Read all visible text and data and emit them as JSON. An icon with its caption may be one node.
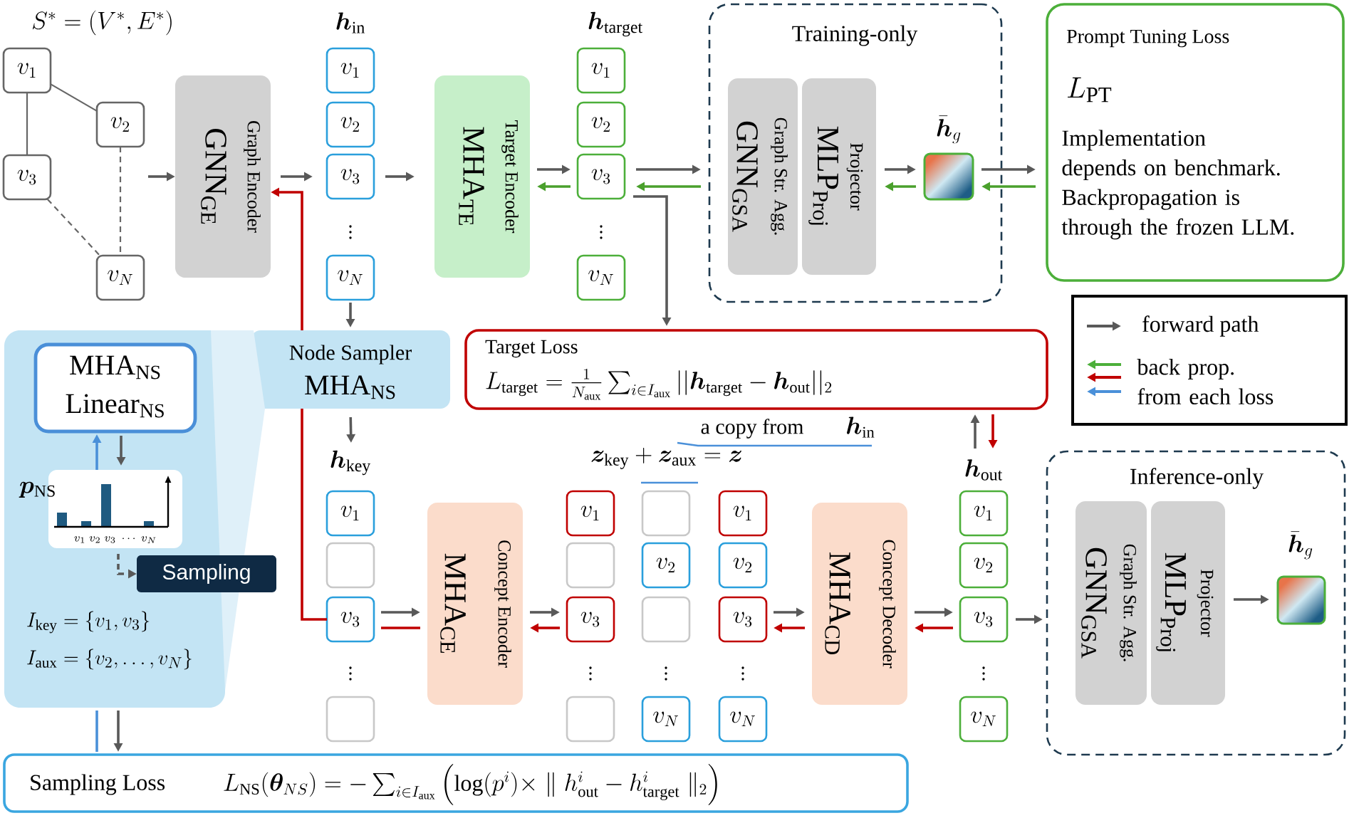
{
  "diagram": {
    "nodes": [
      {
        "text": [
          "v_{1}"
        ]
      },
      {
        "text": [
          "v_{2}"
        ]
      },
      {
        "text": [
          "v_{3}"
        ]
      },
      {
        "text": [
          "v_{N}"
        ]
      },
      {
        "text": [
          "Graph Encoder",
          "\\mathrm{GNN}_{\\mathrm{GE}}"
        ]
      },
      {
        "text": [
          "v_{1}"
        ]
      },
      {
        "text": [
          "v_{2}"
        ]
      },
      {
        "text": [
          "v_{3}"
        ]
      },
      {
        "text": [
          "v_{N}"
        ]
      },
      {
        "text": [
          "Target Encoder",
          "\\mathrm{MHA}_{\\mathrm{TE}}"
        ]
      },
      {
        "text": [
          "v_{1}"
        ]
      },
      {
        "text": [
          "v_{2}"
        ]
      },
      {
        "text": [
          "v_{3}"
        ]
      },
      {
        "text": [
          "v_{N}"
        ]
      },
      {
        "text": [
          "Training-only"
        ]
      },
      {
        "text": [
          "Graph Str. Agg.",
          "\\mathrm{GNN}_{\\mathrm{GSA}}"
        ],
        "in": 14
      },
      {
        "text": [
          "Projector",
          "\\mathrm{MLP}_{\\mathrm{Proj}}"
        ],
        "in": 14
      },
      {
        "text": [],
        "shape": "box",
        "in": 14,
        "beside": [
          "\\bar{\\boldsymbol{h}}_{g}"
        ]
      },
      {
        "text": [
          "Prompt Tuning Loss",
          "L_{\\mathrm{PT}}",
          "Implementation depends on benchmark. Backpropagation is through the frozen LLM."
        ]
      },
      {
        "text": [
          "Node Sampler",
          "\\mathrm{MHA}_{\\mathrm{NS}}"
        ]
      },
      {
        "text": [
          "Target Loss",
          "L_{\\mathrm{target}}=\\frac{1}{N_{\\mathrm{aux}}}\\sum_{i\\in I_{\\mathrm{aux}}}||\\boldsymbol{h}_{\\mathrm{target}}-\\boldsymbol{h}_{\\mathrm{out}}||_{2}"
        ]
      },
      {
        "text": [
          "I_{\\mathrm{key}}=\\{v_{1},v_{3}\\}",
          "I_{\\mathrm{aux}}=\\{v_{2},\\ldots,v_{N}\\}"
        ]
      },
      {
        "text": [
          "\\mathrm{MHA}_{\\mathrm{NS}}",
          "\\mathrm{Linear}_{\\mathrm{NS}}"
        ],
        "in": 21
      },
      {
        "text": [
          "v_{1}\\;v_{2}\\;v_{3}\\;\\cdots\\;v_{N}"
        ],
        "in": 21,
        "beside": [
          "\\boldsymbol{p}_{\\mathrm{NS}}"
        ]
      },
      {
        "text": [
          "Sampling"
        ]
      },
      {
        "text": [
          "v_{1}"
        ]
      },
      {
        "text": [],
        "shape": "box"
      },
      {
        "text": [
          "v_{3}"
        ]
      },
      {
        "text": [],
        "shape": "box"
      },
      {
        "text": [
          "Concept Encoder",
          "\\mathrm{MHA}_{\\mathrm{CE}}"
        ]
      },
      {
        "text": [
          "v_{1}"
        ]
      },
      {
        "text": [],
        "shape": "box"
      },
      {
        "text": [
          "v_{3}"
        ]
      },
      {
        "text": [],
        "shape": "box"
      },
      {
        "text": [],
        "shape": "box"
      },
      {
        "text": [
          "v_{2}"
        ]
      },
      {
        "text": [],
        "shape": "box"
      },
      {
        "text": [
          "v_{N}"
        ]
      },
      {
        "text": [
          "v_{1}"
        ]
      },
      {
        "text": [
          "v_{2}"
        ]
      },
      {
        "text": [
          "v_{3}"
        ]
      },
      {
        "text": [
          "v_{N}"
        ]
      },
      {
        "text": [
          "Concept Decoder",
          "\\mathrm{MHA}_{\\mathrm{CD}}"
        ]
      },
      {
        "text": [
          "v_{1}"
        ]
      },
      {
        "text": [
          "v_{2}"
        ]
      },
      {
        "text": [
          "v_{3}"
        ]
      },
      {
        "text": [
          "v_{N}"
        ]
      },
      {
        "text": [
          "Inference-only"
        ]
      },
      {
        "text": [
          "Graph Str. Agg.",
          "\\mathrm{GNN}_{\\mathrm{GSA}}"
        ],
        "in": 47
      },
      {
        "text": [
          "Projector",
          "\\mathrm{MLP}_{\\mathrm{Proj}}"
        ],
        "in": 47
      },
      {
        "text": [],
        "shape": "box",
        "in": 47,
        "beside": [
          "\\bar{\\boldsymbol{h}}_{g}"
        ]
      },
      {
        "text": [
          "Sampling Loss",
          "L_{\\mathrm{NS}}(\\boldsymbol{\\theta}_{NS})=-\\sum_{i\\in I_{\\mathrm{aux}}}\\left(\\log(p^{i})\\times\\parallel h^{i}_{\\mathrm{out}}-h^{i}_{\\mathrm{target}}\\parallel_{2}\\right)"
        ]
      },
      {
        "text": [
          "a copy from",
          "\\boldsymbol{h}_{\\mathrm{in}}"
        ]
      },
      {
        "text": [
          "\\boldsymbol{h}_{\\mathrm{key}}"
        ]
      },
      {
        "text": [
          "\\boldsymbol{z}_{\\mathrm{key}}+\\boldsymbol{z}_{\\mathrm{aux}}=\\boldsymbol{z}"
        ]
      },
      {
        "text": [
          "\\boldsymbol{h}_{\\mathrm{out}}"
        ]
      }
    ],
    "edges": [
      {
        "from": 0,
        "to": 1,
        "arrow": "none"
      },
      {
        "from": 0,
        "to": 2,
        "arrow": "none"
      },
      {
        "from": 1,
        "to": 3,
        "arrow": "none",
        "style": "dashed"
      },
      {
        "from": 2,
        "to": 3,
        "arrow": "none",
        "style": "dashed"
      },
      {
        "from": null,
        "to": 4,
        "arrow": "to"
      },
      {
        "from": 4,
        "to": 7,
        "arrow": "to"
      },
      {
        "from": 19,
        "to": 4,
        "arrow": "to",
        "color": "#c00000"
      },
      {
        "from": 27,
        "to": 19,
        "arrow": "none",
        "color": "#c00000"
      },
      {
        "from": 8,
        "to": 19,
        "arrow": "to"
      },
      {
        "from": 19,
        "to": 53,
        "arrow": "to"
      },
      {
        "from": 7,
        "to": 9,
        "arrow": "to"
      },
      {
        "from": 9,
        "to": 12,
        "arrow": "to"
      },
      {
        "from": 12,
        "to": 9,
        "arrow": "to",
        "color": "#4aa02c"
      },
      {
        "from": 12,
        "to": 14,
        "arrow": "to"
      },
      {
        "from": 14,
        "to": 12,
        "arrow": "to",
        "color": "#4aa02c"
      },
      {
        "from": 12,
        "to": 20,
        "arrow": "to"
      },
      {
        "from": 16,
        "to": 17,
        "arrow": "to"
      },
      {
        "from": 17,
        "to": 16,
        "arrow": "to",
        "color": "#4aa02c"
      },
      {
        "from": 17,
        "to": 18,
        "arrow": "to"
      },
      {
        "from": 18,
        "to": 17,
        "arrow": "to",
        "color": "#4aa02c"
      },
      {
        "from": 55,
        "to": 20,
        "arrow": "to"
      },
      {
        "from": 20,
        "to": 55,
        "arrow": "to",
        "color": "#c00000"
      },
      {
        "from": 22,
        "to": 23,
        "arrow": "to"
      },
      {
        "from": 23,
        "to": 22,
        "arrow": "to",
        "color": "#4a90d9"
      },
      {
        "from": 23,
        "to": 24,
        "arrow": "to",
        "style": "dashed"
      },
      {
        "from": 21,
        "to": 51,
        "arrow": "to"
      },
      {
        "from": 51,
        "to": 21,
        "arrow": "none",
        "color": "#4a90d9"
      },
      {
        "from": 27,
        "to": 29,
        "arrow": "to"
      },
      {
        "from": 29,
        "to": 27,
        "arrow": "none",
        "color": "#c00000"
      },
      {
        "from": 29,
        "to": 32,
        "arrow": "to"
      },
      {
        "from": 32,
        "to": 29,
        "arrow": "to",
        "color": "#c00000"
      },
      {
        "from": 40,
        "to": 42,
        "arrow": "to"
      },
      {
        "from": 42,
        "to": 40,
        "arrow": "to",
        "color": "#c00000"
      },
      {
        "from": 42,
        "to": 45,
        "arrow": "to"
      },
      {
        "from": 45,
        "to": 42,
        "arrow": "to",
        "color": "#c00000"
      },
      {
        "from": 45,
        "to": 47,
        "arrow": "to"
      },
      {
        "from": 49,
        "to": 50,
        "arrow": "to"
      },
      {
        "from": 52,
        "to": 54,
        "arrow": "none",
        "color": "#4a90d9"
      }
    ],
    "labels": [
      "S^{*}=(V^{*},E^{*})",
      "\\boldsymbol{h}_{\\mathrm{in}}",
      "\\boldsymbol{h}_{\\mathrm{target}}",
      "\\vdots",
      "\\vdots",
      "\\vdots",
      "\\vdots",
      "\\vdots",
      "\\vdots",
      "\\vdots"
    ],
    "legend": [
      {
        "text": "forward path"
      },
      {
        "text": "back prop. from each loss"
      }
    ]
  }
}
